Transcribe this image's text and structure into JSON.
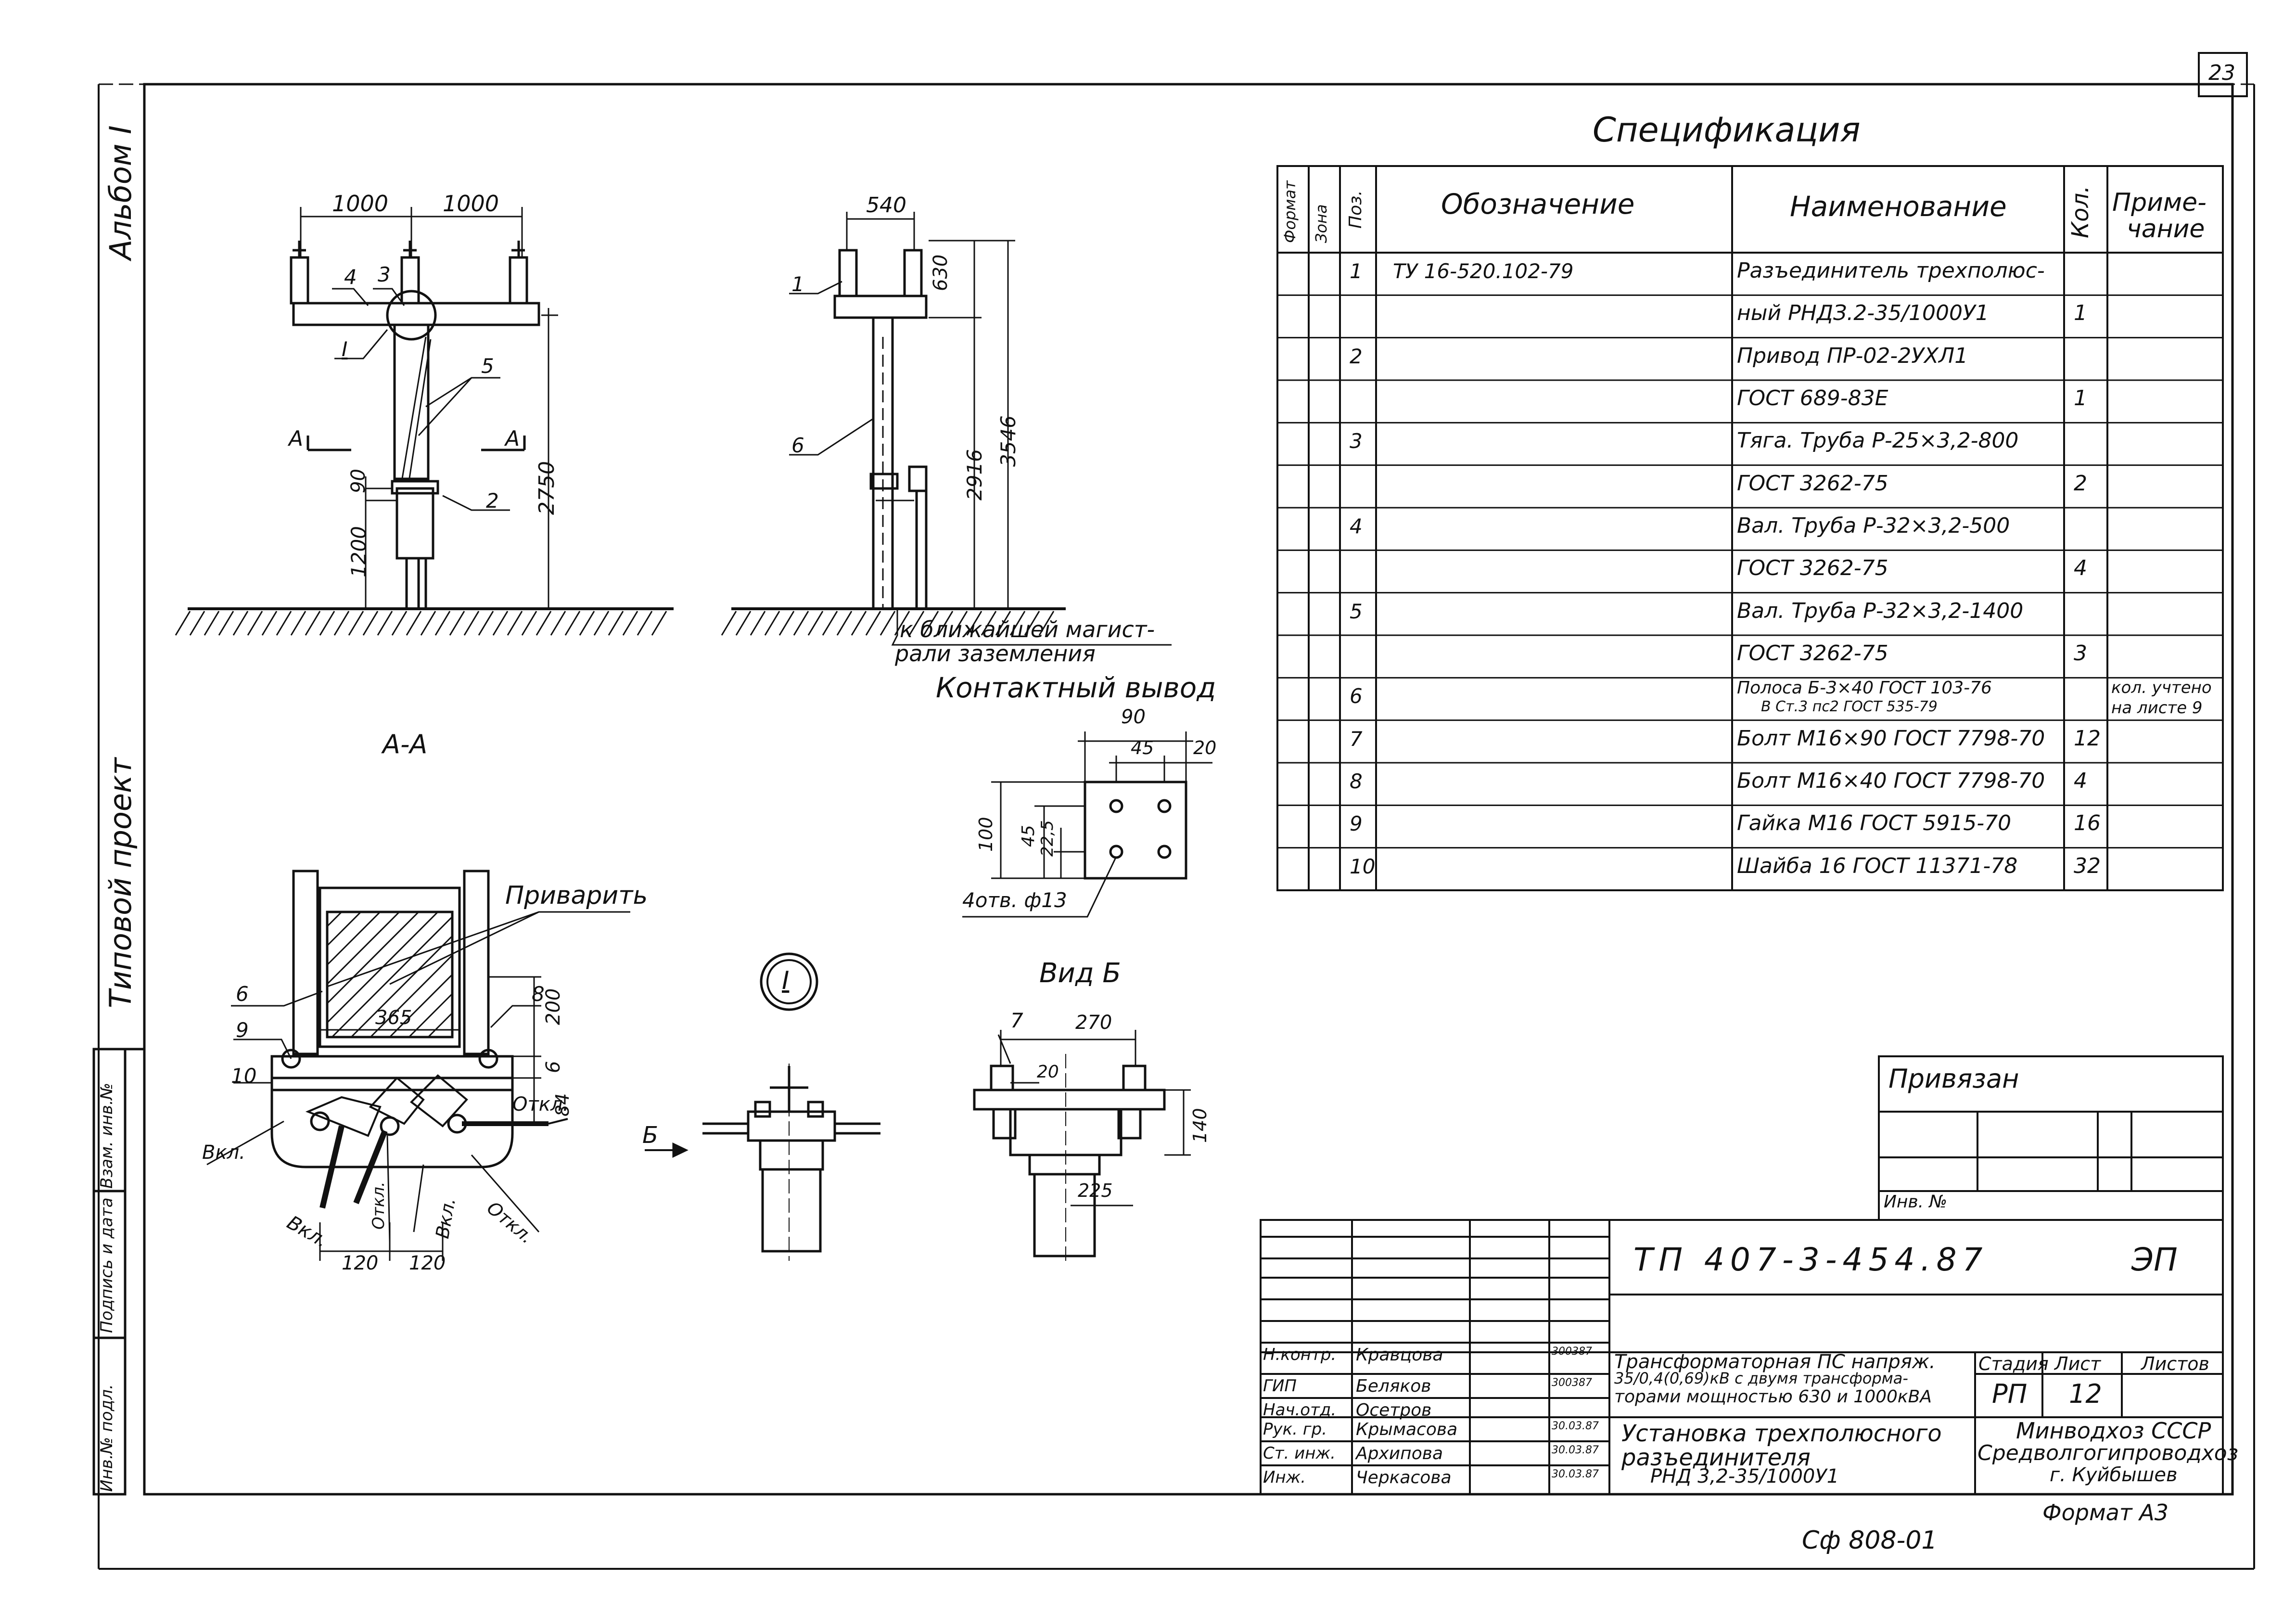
{
  "page": {
    "number": "23",
    "album": "Альбом I",
    "project_type": "Типовой проект",
    "stamp_code": "Сф 808-01",
    "format": "Формат А3"
  },
  "side_stamp": {
    "cells": [
      "Инв.№ подл.",
      "Подпись и дата",
      "Взам. инв.№"
    ]
  },
  "specification": {
    "title": "Спецификация",
    "headers": {
      "format": "Формат",
      "zone": "Зона",
      "pos": "Поз.",
      "designation": "Обозначение",
      "name": "Наименование",
      "qty": "Кол.",
      "note_1": "Приме-",
      "note_2": "чание"
    },
    "rows": [
      {
        "pos": "1",
        "designation": "ТУ 16-520.102-79",
        "name": "Разъединитель трехполюс-",
        "qty": "",
        "note": ""
      },
      {
        "pos": "",
        "designation": "",
        "name": "ный РНДЗ.2-35/1000У1",
        "qty": "1",
        "note": ""
      },
      {
        "pos": "2",
        "designation": "",
        "name": "Привод ПР-02-2УХЛ1",
        "qty": "",
        "note": ""
      },
      {
        "pos": "",
        "designation": "",
        "name": "ГОСТ 689-83Е",
        "qty": "1",
        "note": ""
      },
      {
        "pos": "3",
        "designation": "",
        "name": "Тяга. Труба Р-25×3,2-800",
        "qty": "",
        "note": ""
      },
      {
        "pos": "",
        "designation": "",
        "name": "ГОСТ 3262-75",
        "qty": "2",
        "note": ""
      },
      {
        "pos": "4",
        "designation": "",
        "name": "Вал. Труба Р-32×3,2-500",
        "qty": "",
        "note": ""
      },
      {
        "pos": "",
        "designation": "",
        "name": "ГОСТ 3262-75",
        "qty": "4",
        "note": ""
      },
      {
        "pos": "5",
        "designation": "",
        "name": "Вал. Труба Р-32×3,2-1400",
        "qty": "",
        "note": ""
      },
      {
        "pos": "",
        "designation": "",
        "name": "ГОСТ 3262-75",
        "qty": "3",
        "note": ""
      },
      {
        "pos": "6",
        "designation": "",
        "name": "Полоса Б-3×40 ГОСТ 103-76",
        "name_2": "В Ст.3 пс2 ГОСТ 535-79",
        "qty": "",
        "note": "кол. учтено",
        "note_2": "на листе 9"
      },
      {
        "pos": "7",
        "designation": "",
        "name": "Болт М16×90 ГОСТ 7798-70",
        "qty": "12",
        "note": ""
      },
      {
        "pos": "8",
        "designation": "",
        "name": "Болт М16×40 ГОСТ 7798-70",
        "qty": "4",
        "note": ""
      },
      {
        "pos": "9",
        "designation": "",
        "name": "Гайка М16 ГОСТ 5915-70",
        "qty": "16",
        "note": ""
      },
      {
        "pos": "10",
        "designation": "",
        "name": "Шайба 16 ГОСТ 11371-78",
        "qty": "32",
        "note": ""
      }
    ]
  },
  "binding_box": {
    "title": "Привязан",
    "inv_label": "Инв. №"
  },
  "title_block": {
    "code": "ТП 407-3-454.87",
    "section": "ЭП",
    "roles": [
      {
        "role": "Н.контр.",
        "name": "Кравцова",
        "date": "300387"
      },
      {
        "role": "ГИП",
        "name": "Беляков",
        "date": "300387"
      },
      {
        "role": "Нач.отд.",
        "name": "Осетров",
        "date": ""
      },
      {
        "role": "Рук. гр.",
        "name": "Крымасова",
        "date": "30.03.87"
      },
      {
        "role": "Ст. инж.",
        "name": "Архипова",
        "date": "30.03.87"
      },
      {
        "role": "Инж.",
        "name": "Черкасова",
        "date": "30.03.87"
      }
    ],
    "project_name": [
      "Трансформаторная ПС напряж.",
      "35/0,4(0,69)кВ с двумя трансформа-",
      "торами мощностью 630 и 1000кВА"
    ],
    "sheet_name": [
      "Установка трехполюсного",
      "разъединителя",
      "РНД 3,2-35/1000У1"
    ],
    "stage_label": "Стадия",
    "sheet_label": "Лист",
    "sheets_label": "Листов",
    "stage": "РП",
    "sheet": "12",
    "sheets": "",
    "org": [
      "Минводхоз СССР",
      "Средволгогипроводхоз",
      "г. Куйбышев"
    ]
  },
  "drawing_labels": {
    "front_dims": {
      "left": "1000",
      "right": "1000",
      "h_2750": "2750",
      "h_1200": "1200",
      "h_90": "90"
    },
    "front_callouts": [
      "4",
      "3",
      "I",
      "5",
      "2"
    ],
    "section_mark": "А",
    "side_dims": {
      "top": "540",
      "h_630": "630",
      "h_2916": "2916",
      "h_3546": "3546"
    },
    "side_callouts": [
      "1",
      "6"
    ],
    "ground_note": [
      "к ближайшей магист-",
      "рали заземления"
    ],
    "contact_title": "Контактный вывод",
    "contact_dims": {
      "w90": "90",
      "w45": "45",
      "w20": "20",
      "h100": "100",
      "h45": "45",
      "h225": "22,5",
      "holes": "4отв. ф13"
    },
    "aa_title": "А-А",
    "aa_labels": {
      "weld": "Приварить",
      "w365": "365",
      "h200": "200",
      "h6": "6",
      "h84": "84",
      "off": "Откл.",
      "on": "Вкл.",
      "w120a": "120",
      "w120b": "120"
    },
    "aa_callouts": [
      "6",
      "8",
      "9",
      "10"
    ],
    "node_title": "I",
    "view_b_title": "Вид Б",
    "view_b_labels": {
      "w270": "270",
      "w20": "20",
      "h140": "140",
      "w225": "225",
      "callout": "7"
    },
    "arrow_b": "Б"
  }
}
